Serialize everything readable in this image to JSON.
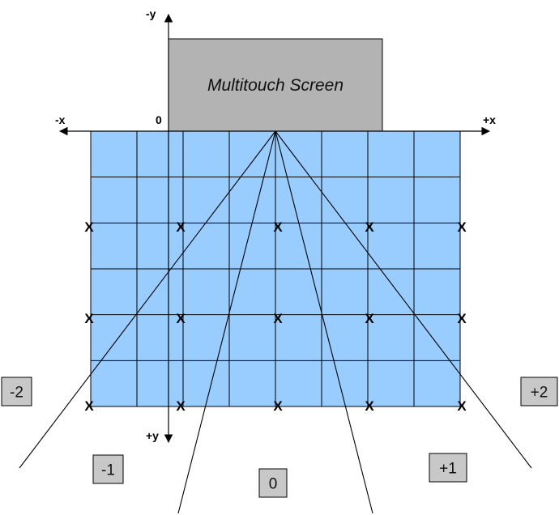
{
  "screen": {
    "label": "Multitouch Screen",
    "fill": "#b3b3b3"
  },
  "grid": {
    "fill": "#99ccff",
    "columns": 8,
    "rows": 6
  },
  "axes": {
    "neg_x": "-x",
    "pos_x": "+x",
    "neg_y": "-y",
    "pos_y": "+y",
    "origin": "0"
  },
  "marker": "X",
  "zones": [
    "-2",
    "-1",
    "0",
    "+1",
    "+2"
  ],
  "colors": {
    "line": "#000000",
    "zone_box": "#c8c8c8"
  }
}
